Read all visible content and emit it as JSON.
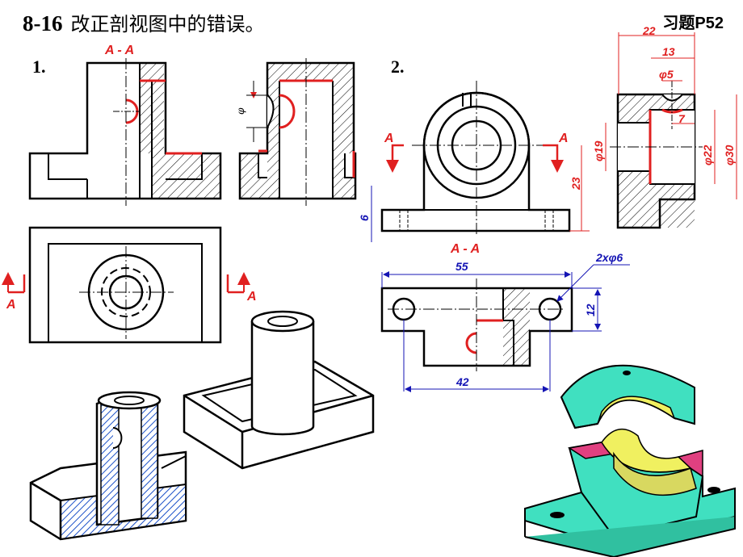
{
  "header": {
    "exercise_number": "8-16",
    "exercise_title": "改正剖视图中的错误。",
    "reference": "习题P52"
  },
  "problem1": {
    "label": "1.",
    "section_title": "A - A",
    "section_mark_left": "A",
    "section_mark_right": "A",
    "phi_symbol": "φ"
  },
  "problem2": {
    "label": "2.",
    "section_mark_left": "A",
    "section_mark_right": "A",
    "section_title": "A - A",
    "dims": {
      "d22": "22",
      "d13": "13",
      "phi5": "φ5",
      "d7": "7",
      "phi19": "φ19",
      "phi22": "φ22",
      "phi30": "φ30",
      "d23": "23",
      "d6": "6",
      "d55": "55",
      "hole": "2xφ6",
      "d12": "12",
      "d42": "42"
    }
  },
  "colors": {
    "red": "#e02020",
    "blue": "#1414b4",
    "teal": "#40e0c0",
    "magenta": "#e04080",
    "yellow": "#f0f060"
  }
}
